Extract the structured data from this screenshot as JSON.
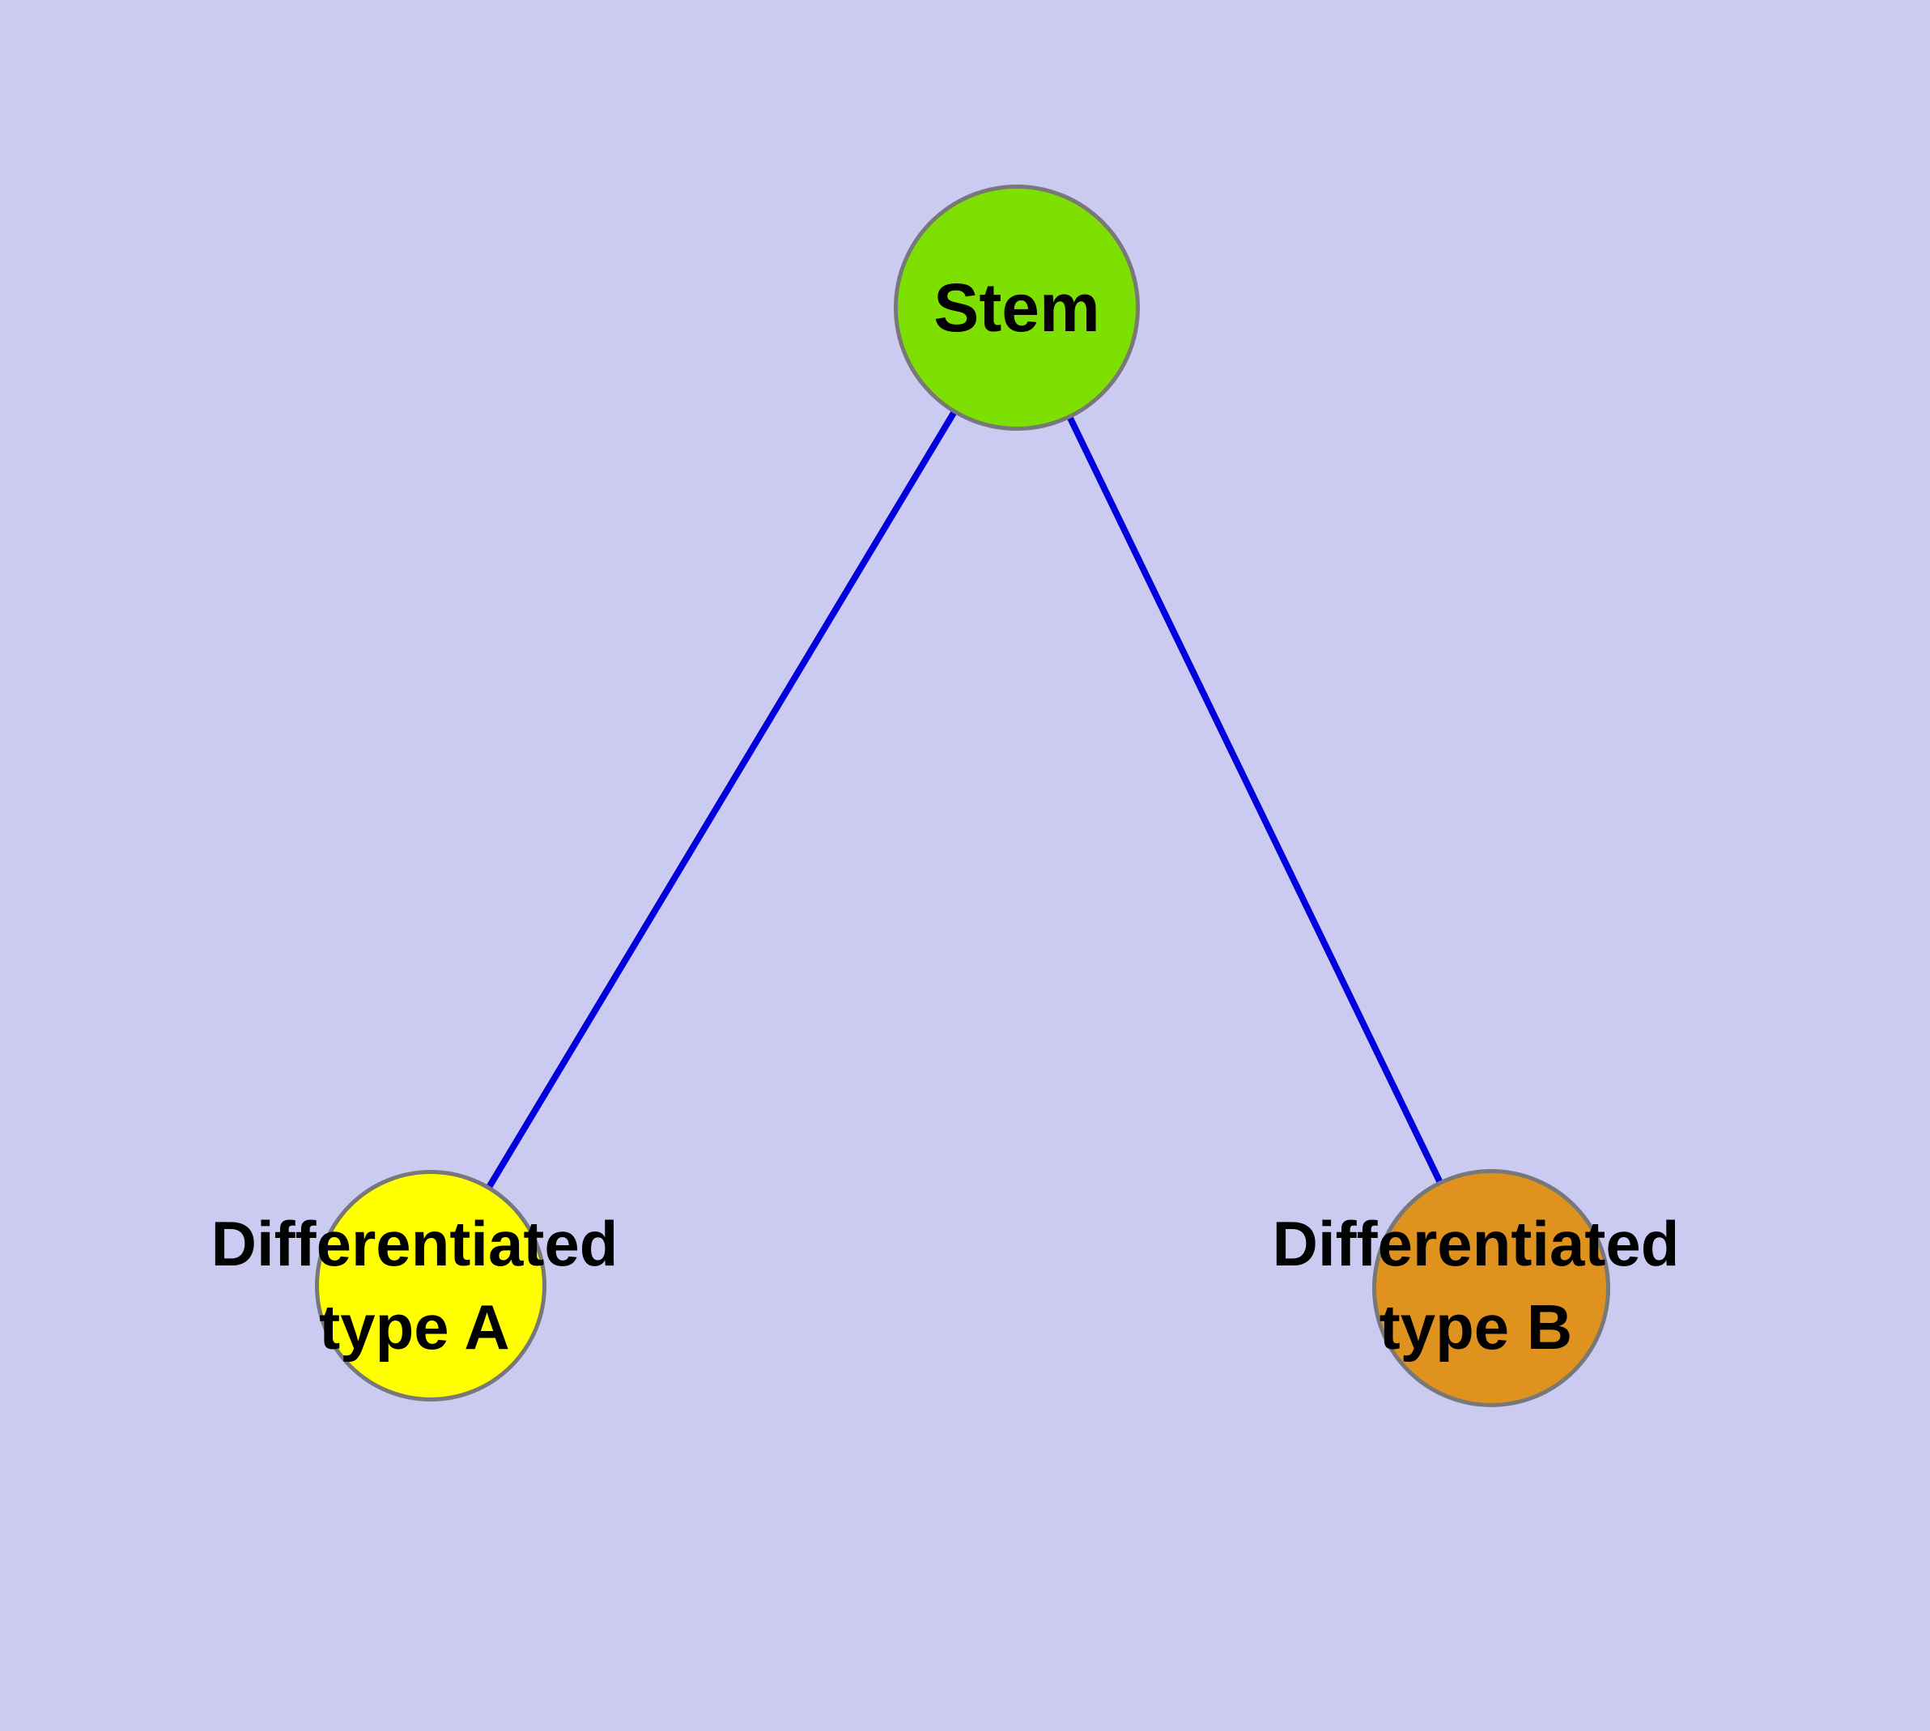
{
  "diagram": {
    "background_color": "#cbcbf2",
    "edge_color": "#0000dd",
    "node_border_color": "#787878",
    "nodes": {
      "stem": {
        "label": "Stem",
        "color": "#7ee000"
      },
      "type_a": {
        "label_line1": "Differentiated",
        "label_line2": "type A",
        "color": "#ffff00"
      },
      "type_b": {
        "label_line1": "Differentiated",
        "label_line2": "type B",
        "color": "#df921e"
      }
    },
    "edges": [
      {
        "from": "stem",
        "to": "type_a"
      },
      {
        "from": "stem",
        "to": "type_b"
      }
    ]
  }
}
